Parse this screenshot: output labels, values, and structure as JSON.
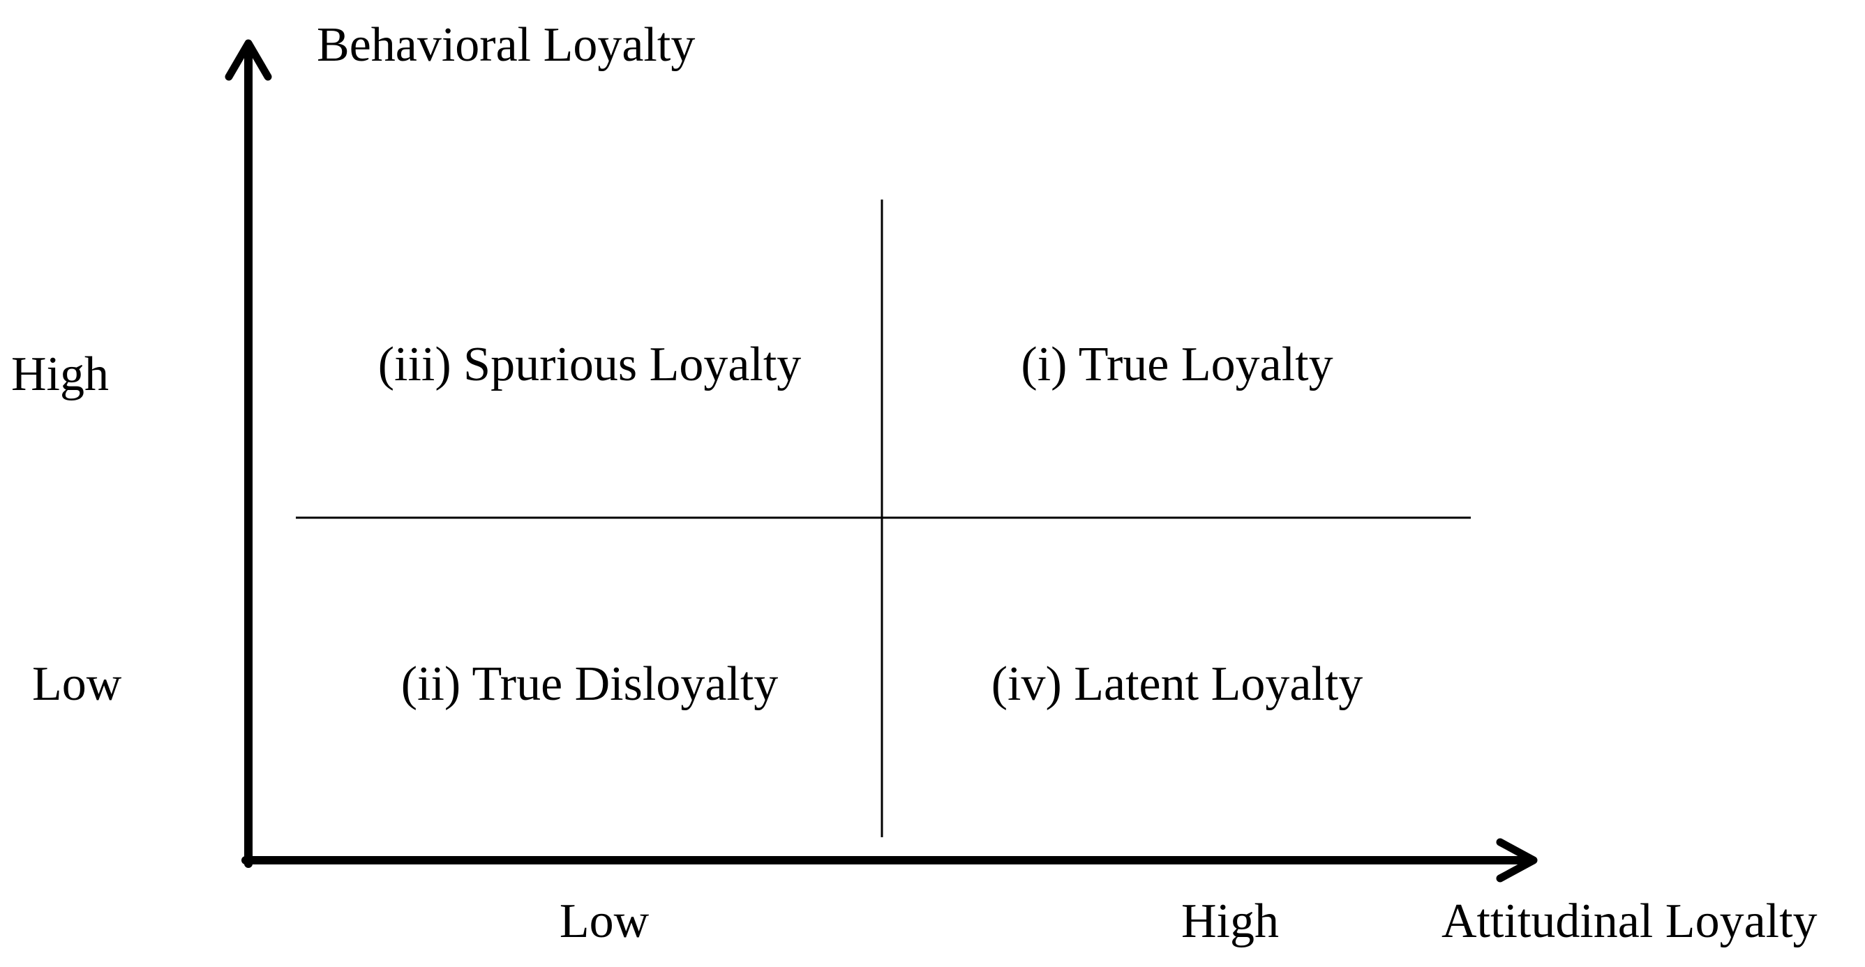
{
  "axes": {
    "y_title": "Behavioral Loyalty",
    "x_title": "Attitudinal Loyalty",
    "y_levels": {
      "high": "High",
      "low": "Low"
    },
    "x_levels": {
      "low": "Low",
      "high": "High"
    }
  },
  "quadrants": {
    "top_left": "(iii) Spurious Loyalty",
    "top_right": "(i) True Loyalty",
    "bottom_left": "(ii) True Disloyalty",
    "bottom_right": "(iv) Latent Loyalty"
  },
  "colors": {
    "ink": "#000000",
    "background": "#ffffff"
  }
}
